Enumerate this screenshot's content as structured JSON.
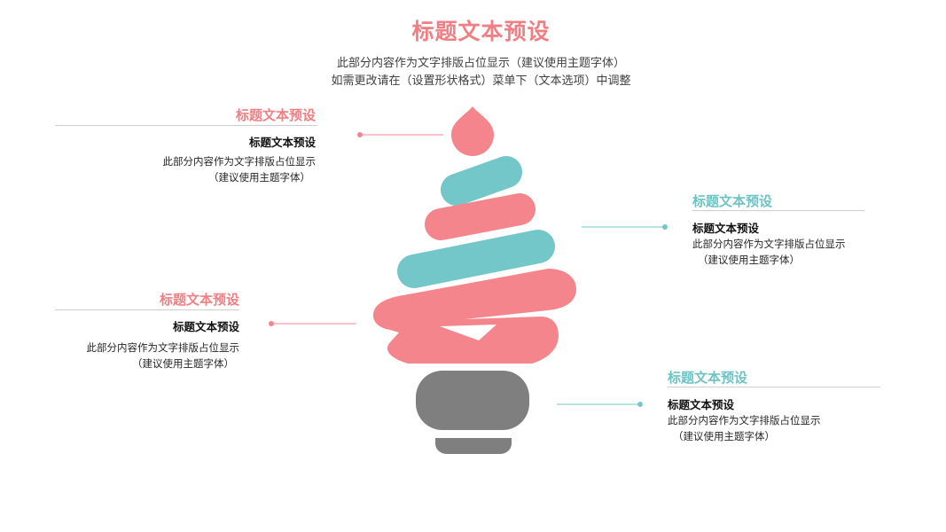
{
  "header": {
    "title": "标题文本预设",
    "subtitle_line1": "此部分内容作为文字排版占位显示（建议使用主题字体）",
    "subtitle_line2": "如需更改请在（设置形状格式）菜单下（文本选项）中调整"
  },
  "callouts": [
    {
      "title": "标题文本预设",
      "heading": "标题文本预设",
      "body_line1": "此部分内容作为文字排版占位显示",
      "body_line2": "（建议使用主题字体）"
    },
    {
      "title": "标题文本预设",
      "heading": "标题文本预设",
      "body_line1": "此部分内容作为文字排版占位显示",
      "body_line2": "（建议使用主题字体）"
    },
    {
      "title": "标题文本预设",
      "heading": "标题文本预设",
      "body_line1": "此部分内容作为文字排版占位显示",
      "body_line2": "（建议使用主题字体）"
    },
    {
      "title": "标题文本预设",
      "heading": "标题文本预设",
      "body_line1": "此部分内容作为文字排版占位显示",
      "body_line2": "（建议使用主题字体）"
    }
  ],
  "colors": {
    "pink": "#F5858C",
    "teal": "#73C7C8",
    "gray": "#7F7F7F",
    "title_pink": "#F07F84",
    "title_teal": "#6CC3C5"
  }
}
